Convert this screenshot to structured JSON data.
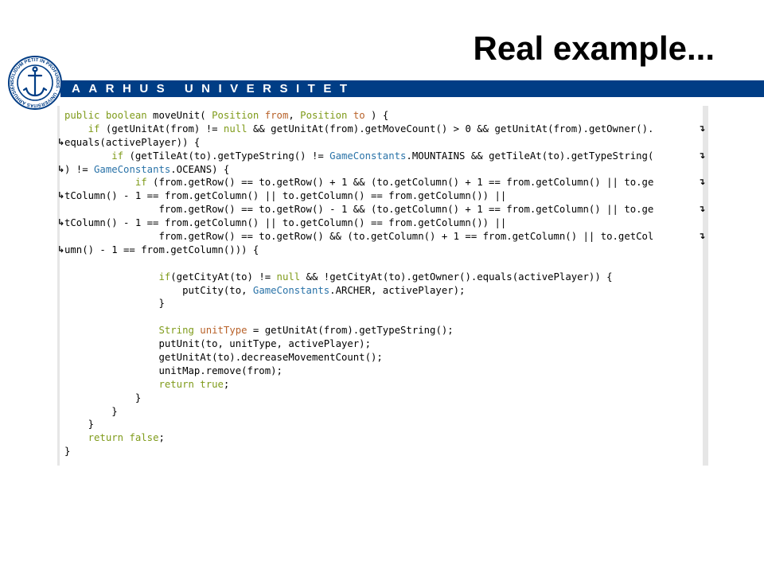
{
  "slide": {
    "title": "Real example...",
    "university_banner": "AARHUS UNIVERSITET",
    "seal_text": "SOLIDUM PETIT IN PROFUNDIS · UNIVERSITAS ARHUSIENSIS"
  },
  "code_listing": {
    "language": "Java",
    "wrap_marker_icon": "line-wrap-arrow",
    "lines": [
      "public boolean moveUnit( Position from, Position to ) {",
      "    if (getUnitAt(from) != null && getUnitAt(from).getMoveCount() > 0 && getUnitAt(from).getOwner().",
      "equals(activePlayer)) {",
      "        if (getTileAt(to).getTypeString() != GameConstants.MOUNTAINS && getTileAt(to).getTypeString(",
      ") != GameConstants.OCEANS) {",
      "            if (from.getRow() == to.getRow() + 1 && (to.getColumn() + 1 == from.getColumn() || to.ge",
      "tColumn() - 1 == from.getColumn() || to.getColumn() == from.getColumn()) ||",
      "                from.getRow() == to.getRow() - 1 && (to.getColumn() + 1 == from.getColumn() || to.ge",
      "tColumn() - 1 == from.getColumn() || to.getColumn() == from.getColumn()) ||",
      "                from.getRow() == to.getRow() && (to.getColumn() + 1 == from.getColumn() || to.getCol",
      "umn() - 1 == from.getColumn())) {",
      "",
      "                if(getCityAt(to) != null && !getCityAt(to).getOwner().equals(activePlayer)) {",
      "                    putCity(to, GameConstants.ARCHER, activePlayer);",
      "                }",
      "",
      "                String unitType = getUnitAt(from).getTypeString();",
      "                putUnit(to, unitType, activePlayer);",
      "                getUnitAt(to).decreaseMovementCount();",
      "                unitMap.remove(from);",
      "                return true;",
      "            }",
      "        }",
      "    }",
      "    return false;",
      "}"
    ],
    "wrapped_out": [
      1,
      3,
      5,
      7,
      9
    ],
    "wrapped_in": [
      2,
      4,
      6,
      8,
      10
    ]
  },
  "colors": {
    "banner": "#003d85",
    "keyword": "#7f9b1a",
    "variable": "#b8622a",
    "constant": "#2a73a8"
  }
}
